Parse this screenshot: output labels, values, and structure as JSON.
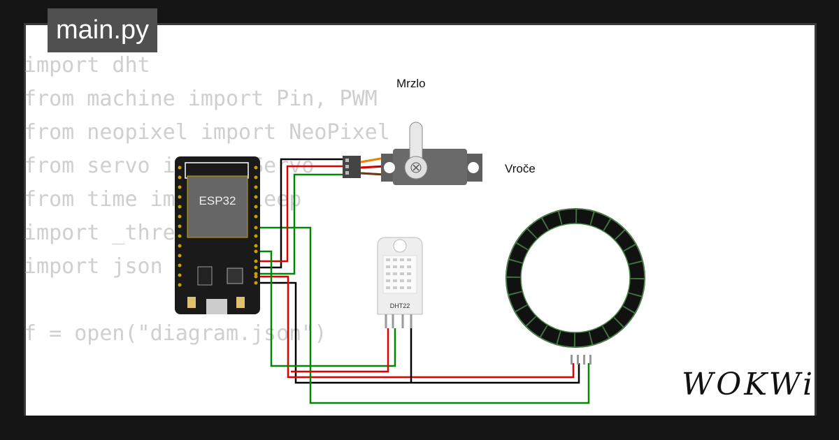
{
  "tab": {
    "filename": "main.py"
  },
  "code_lines": [
    "import dht",
    "from machine import Pin, PWM",
    "from neopixel import NeoPixel",
    "from servo import Servo",
    "from time import sleep",
    "import _thread",
    "import json",
    "",
    "f = open(\"diagram.json\")"
  ],
  "components": {
    "esp32_label": "ESP32",
    "dht_label": "DHT22",
    "servo_label_top": "Mrzlo",
    "servo_label_right": "Vroče"
  },
  "brand": {
    "logo_text": "WOKWi"
  },
  "colors": {
    "wire_red": "#e00000",
    "wire_black": "#000000",
    "wire_green": "#008800",
    "servo_orange": "#f08000",
    "ring_green": "#4a8a4a"
  }
}
